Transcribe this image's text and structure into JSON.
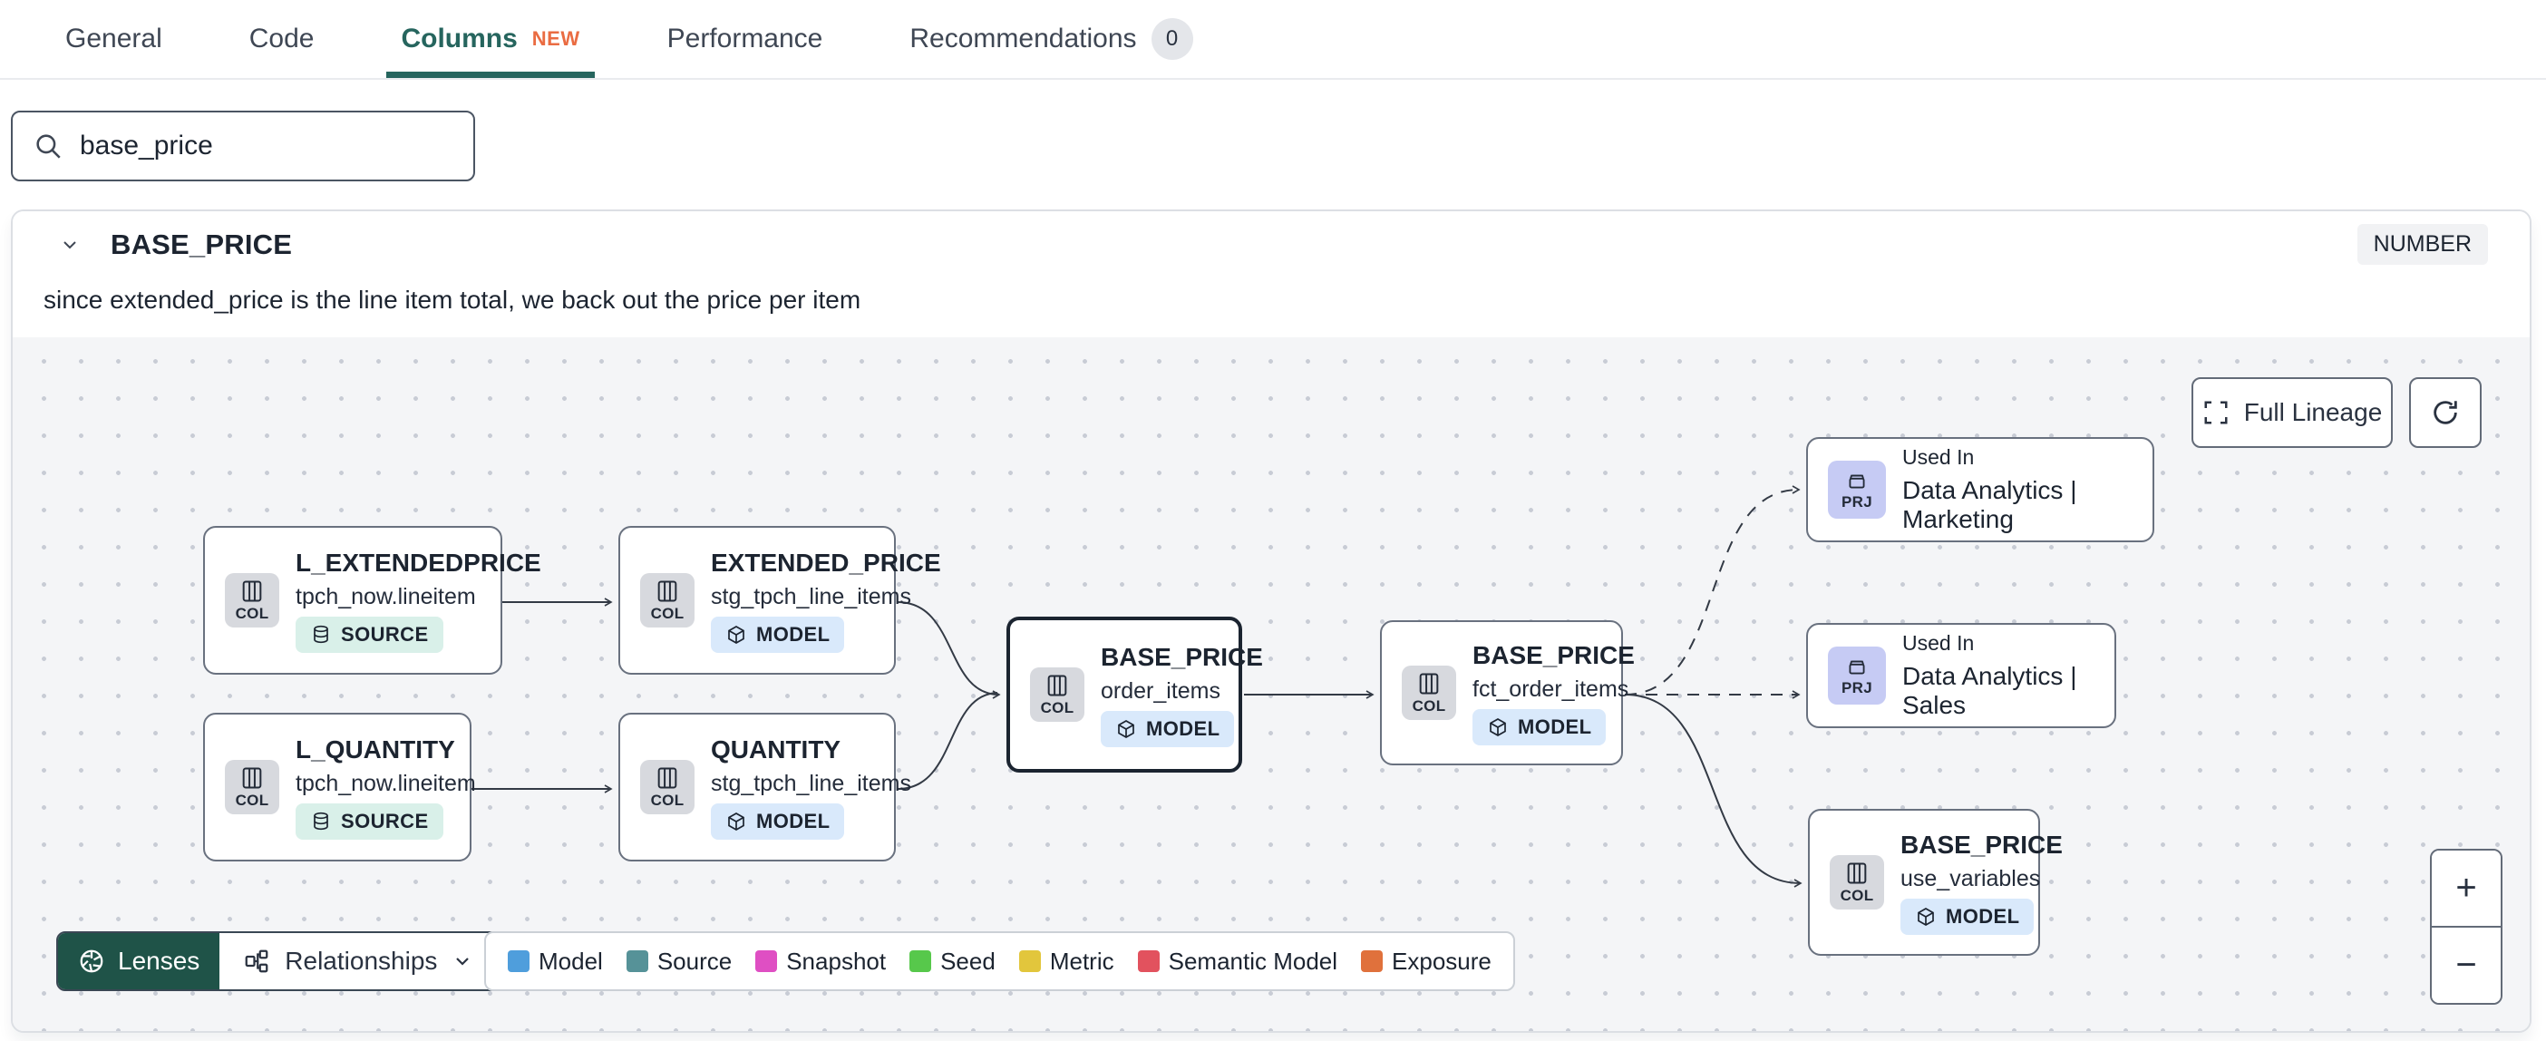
{
  "tabs": [
    {
      "label": "General"
    },
    {
      "label": "Code"
    },
    {
      "label": "Columns",
      "badge": "NEW",
      "active": true
    },
    {
      "label": "Performance"
    },
    {
      "label": "Recommendations",
      "count": "0"
    }
  ],
  "search": {
    "value": "base_price"
  },
  "column": {
    "name": "BASE_PRICE",
    "type": "NUMBER",
    "description": "since extended_price is the line item total, we back out the price per item"
  },
  "lineage": {
    "controls": {
      "full_lineage": "Full Lineage",
      "zoom_in": "+",
      "zoom_out": "−"
    },
    "toolbar": {
      "lenses": "Lenses",
      "relationships": "Relationships"
    },
    "nodes": [
      {
        "kind": "COL",
        "title": "L_EXTENDEDPRICE",
        "subtitle": "tpch_now.lineitem",
        "badge": "SOURCE"
      },
      {
        "kind": "COL",
        "title": "EXTENDED_PRICE",
        "subtitle": "stg_tpch_line_items",
        "badge": "MODEL"
      },
      {
        "kind": "COL",
        "title": "L_QUANTITY",
        "subtitle": "tpch_now.lineitem",
        "badge": "SOURCE"
      },
      {
        "kind": "COL",
        "title": "QUANTITY",
        "subtitle": "stg_tpch_line_items",
        "badge": "MODEL"
      },
      {
        "kind": "COL",
        "title": "BASE_PRICE",
        "subtitle": "order_items",
        "badge": "MODEL"
      },
      {
        "kind": "COL",
        "title": "BASE_PRICE",
        "subtitle": "fct_order_items",
        "badge": "MODEL"
      },
      {
        "kind": "PRJ",
        "title": "Used In",
        "subtitle": "Data Analytics | Marketing"
      },
      {
        "kind": "PRJ",
        "title": "Used In",
        "subtitle": "Data Analytics | Sales"
      },
      {
        "kind": "COL",
        "title": "BASE_PRICE",
        "subtitle": "use_variables",
        "badge": "MODEL"
      }
    ],
    "legend": [
      {
        "label": "Model",
        "color": "#4f9edc"
      },
      {
        "label": "Source",
        "color": "#569298"
      },
      {
        "label": "Snapshot",
        "color": "#df4fc3"
      },
      {
        "label": "Seed",
        "color": "#57c84b"
      },
      {
        "label": "Metric",
        "color": "#e2c63c"
      },
      {
        "label": "Semantic Model",
        "color": "#e2525e"
      },
      {
        "label": "Exposure",
        "color": "#e0713c"
      }
    ]
  },
  "colors": {
    "active_tab": "#26655e",
    "new_badge": "#ea6c42",
    "edge": "#333a45"
  }
}
